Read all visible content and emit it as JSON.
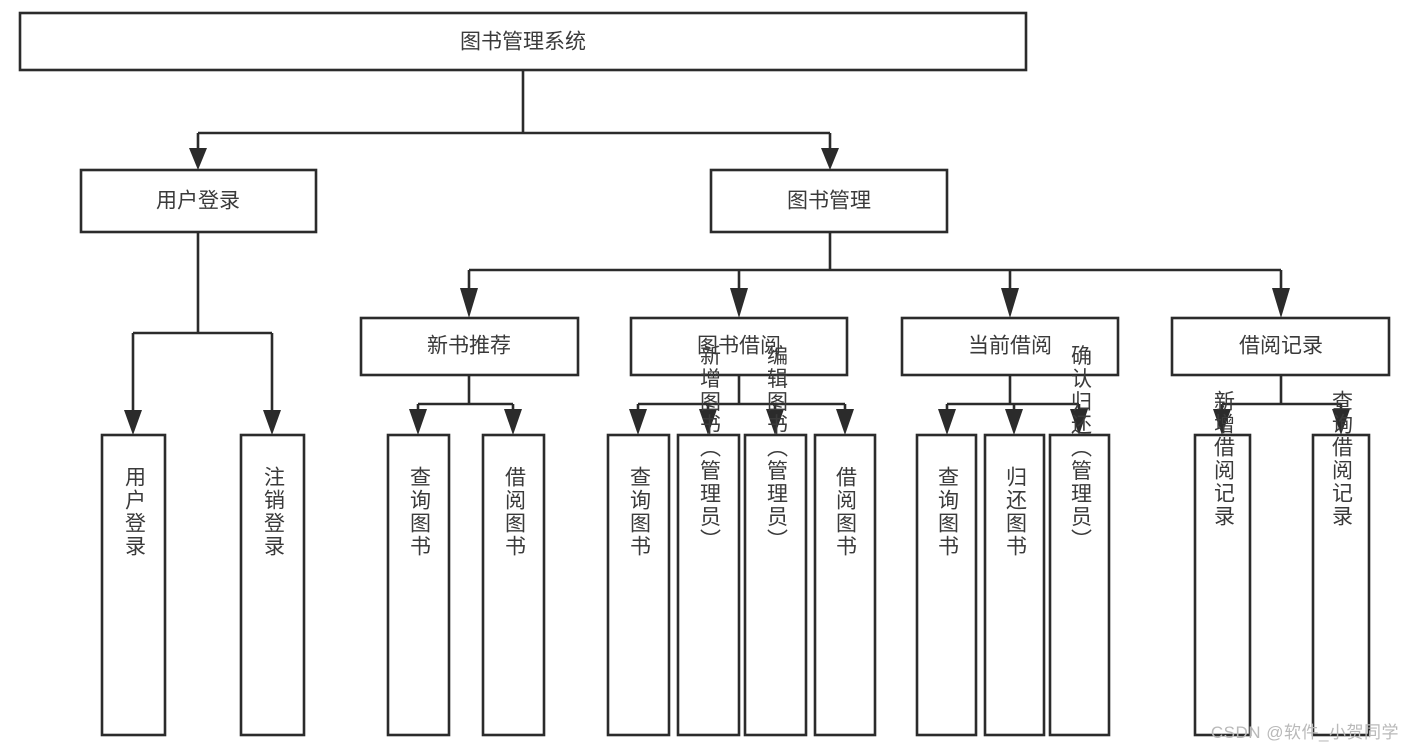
{
  "diagram": {
    "title": "图书管理系统",
    "watermark": "CSDN @软件_小贺同学",
    "colors": {
      "stroke": "#2b2b2b",
      "fill": "#ffffff",
      "text": "#3a3a3a",
      "watermark": "#b9b9b9",
      "background": "#ffffff"
    },
    "levels": {
      "root": {
        "label": "图书管理系统"
      },
      "level2": [
        {
          "label": "用户登录"
        },
        {
          "label": "图书管理"
        }
      ],
      "level3": [
        {
          "label": "新书推荐"
        },
        {
          "label": "图书借阅"
        },
        {
          "label": "当前借阅"
        },
        {
          "label": "借阅记录"
        }
      ],
      "leaves": {
        "user_login": [
          {
            "label": "用户登录"
          },
          {
            "label": "注销登录"
          }
        ],
        "new_book_recommend": [
          {
            "label": "查询图书"
          },
          {
            "label": "借阅图书"
          }
        ],
        "book_borrow": [
          {
            "label": "查询图书"
          },
          {
            "label": "新增图书（管理员）"
          },
          {
            "label": "编辑图书（管理员）"
          },
          {
            "label": "借阅图书"
          }
        ],
        "current_borrow": [
          {
            "label": "查询图书"
          },
          {
            "label": "归还图书"
          },
          {
            "label": "确认归还（管理员）"
          }
        ],
        "borrow_record": [
          {
            "label": "新增借阅记录"
          },
          {
            "label": "查询借阅记录"
          }
        ]
      }
    }
  }
}
